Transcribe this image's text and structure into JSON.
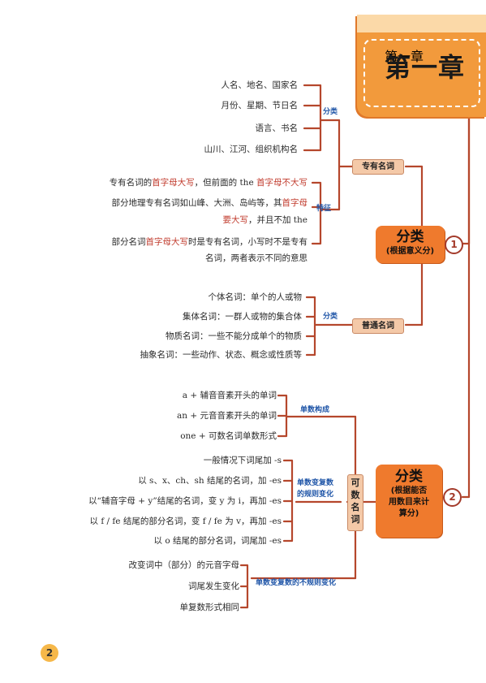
{
  "chapter": {
    "title": "第一章"
  },
  "page_number": "2",
  "section1": {
    "title": "分类",
    "subtitle": "(根据意义分)",
    "number": "1",
    "proper": {
      "label": "专有名词",
      "classify_label": "分类",
      "classify_items": [
        "人名、地名、国家名",
        "月份、星期、节日名",
        "语言、书名",
        "山川、江河、组织机构名"
      ],
      "feature_label": "特征",
      "feature_items": [
        [
          "专有名词的",
          "首字母大写",
          "，但前面的 the ",
          "首字母不大写",
          ""
        ],
        [
          "部分地理专有名词如山峰、大洲、岛屿等，其",
          "首字母",
          ""
        ],
        [
          "要大写",
          "，并且不加 the"
        ],
        [
          "部分名词",
          "首字母大写",
          "时是专有名词，小写时不是专有"
        ],
        [
          "名词，两者表示不同的意思"
        ]
      ]
    },
    "common": {
      "label": "普通名词",
      "classify_label": "分类",
      "items": [
        "个体名词：单个的人或物",
        "集体名词：一群人或物的集合体",
        "物质名词：一些不能分成单个的物质",
        "抽象名词：一些动作、状态、概念或性质等"
      ]
    }
  },
  "section2": {
    "title": "分类",
    "subtitle": "(根据能否用数目来计算分)",
    "subtitle_lines": [
      "(根据能否",
      "用数目来计",
      "算分)"
    ],
    "number": "2",
    "countable": {
      "label": "可数名词",
      "singular": {
        "label": "单数构成",
        "items": [
          "a + 辅音音素开头的单词",
          "an + 元音音素开头的单词",
          "one + 可数名词单数形式"
        ]
      },
      "plural_regular": {
        "label_lines": [
          "单数变复数",
          "的规则变化"
        ],
        "items": [
          "一般情况下词尾加 -s",
          "以 s、x、ch、sh 结尾的名词，加 -es",
          "以“辅音字母 + y”结尾的名词，变 y 为 i，再加 -es",
          "以 f / fe 结尾的部分名词，变 f / fe 为 v，再加 -es",
          "以 o 结尾的部分名词，词尾加 -es"
        ]
      },
      "plural_irregular": {
        "label": "单数变复数的不规则变化",
        "items": [
          "改变词中（部分）的元音字母",
          "词尾发生变化",
          "单复数形式相同"
        ]
      }
    }
  },
  "colors": {
    "line": "#b5472c",
    "orange": "#ef7a2d",
    "box": "#f4c9a8",
    "blue": "#2056a8",
    "highlight": "#c0392b"
  }
}
